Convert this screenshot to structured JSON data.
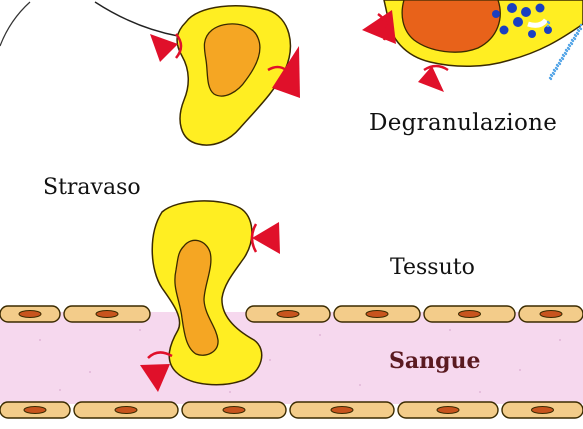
{
  "labels": {
    "degranulation": "Degranulazione",
    "extravasation": "Stravaso",
    "tissue": "Tessuto",
    "blood": "Sangue"
  },
  "colors": {
    "cell_fill": "#ffee22",
    "cell_outline": "#3a2a00",
    "nucleus_fill": "#f5a623",
    "mast_nucleus": "#e8621a",
    "granule": "#1a3fc0",
    "receptor": "#e0102a",
    "vessel_lumen": "#f6d8ee",
    "endothelium": "#f3cc8a",
    "endothelial_nucleus": "#c8541e"
  }
}
